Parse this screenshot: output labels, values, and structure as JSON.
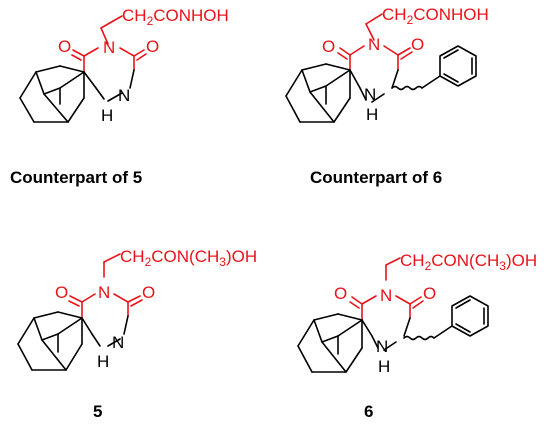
{
  "colors": {
    "bond": "#000000",
    "highlight": "#e8141a"
  },
  "compounds": [
    {
      "id": "counterpart-5",
      "caption": "Counterpart of 5",
      "side_chain": {
        "prefix": "CH",
        "sub": "2",
        "suffix": "CONHOH"
      },
      "atoms": {
        "o_left": "O",
        "n_imide": "N",
        "o_right": "O",
        "n_amine": "N",
        "h_amine": "H"
      },
      "wavy": false,
      "benzyl": false
    },
    {
      "id": "counterpart-6",
      "caption": "Counterpart of 6",
      "side_chain": {
        "prefix": "CH",
        "sub": "2",
        "suffix": "CONHOH"
      },
      "atoms": {
        "o_left": "O",
        "n_imide": "N",
        "o_right": "O",
        "n_amine": "N",
        "h_amine": "H"
      },
      "wavy": true,
      "benzyl": true
    },
    {
      "id": "compound-5",
      "caption": "5",
      "side_chain": {
        "prefix": "CH",
        "sub": "2",
        "suffix": "CON(CH",
        "sub2": "3",
        "suffix2": ")OH"
      },
      "atoms": {
        "o_left": "O",
        "n_imide": "N",
        "o_right": "O",
        "n_amine": "N",
        "h_amine": "H"
      },
      "wavy": false,
      "benzyl": false
    },
    {
      "id": "compound-6",
      "caption": "6",
      "side_chain": {
        "prefix": "CH",
        "sub": "2",
        "suffix": "CON(CH",
        "sub2": "3",
        "suffix2": ")OH"
      },
      "atoms": {
        "o_left": "O",
        "n_imide": "N",
        "o_right": "O",
        "n_amine": "N",
        "h_amine": "H"
      },
      "wavy": true,
      "benzyl": true
    }
  ]
}
